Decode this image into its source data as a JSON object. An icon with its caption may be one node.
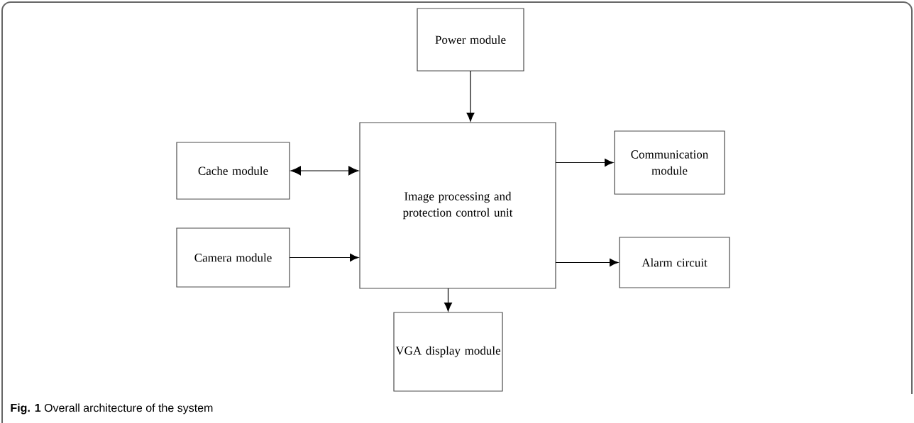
{
  "diagram": {
    "caption": "**Fig. 1** Overall architecture of the system",
    "nodes": [
      {
        "text": [
          "Power module"
        ]
      },
      {
        "text": [
          "Cache module"
        ]
      },
      {
        "text": [
          "Image processing and protection control unit"
        ]
      },
      {
        "text": [
          "Communication module"
        ]
      },
      {
        "text": [
          "Camera module"
        ]
      },
      {
        "text": [
          "Alarm circuit"
        ]
      },
      {
        "text": [
          "VGA display module"
        ]
      }
    ],
    "edges": [
      {
        "from": 0,
        "to": 2,
        "arrow": "to"
      },
      {
        "from": 1,
        "to": 2,
        "arrow": "both"
      },
      {
        "from": 2,
        "to": 3,
        "arrow": "to"
      },
      {
        "from": 4,
        "to": 2,
        "arrow": "to"
      },
      {
        "from": 2,
        "to": 5,
        "arrow": "to"
      },
      {
        "from": 2,
        "to": 6,
        "arrow": "to"
      }
    ]
  }
}
